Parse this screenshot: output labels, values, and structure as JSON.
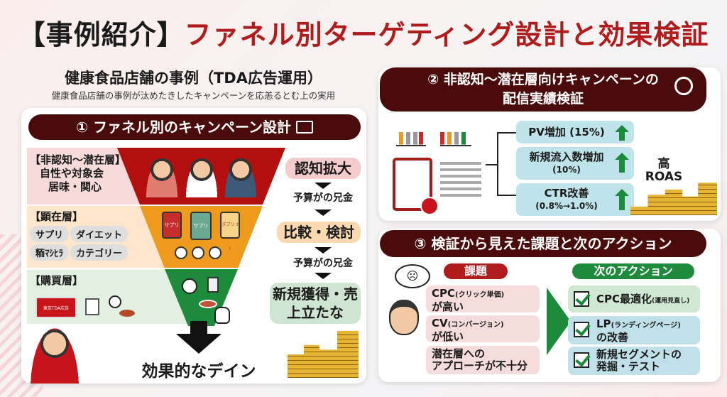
{
  "title": {
    "prefix": "【事例紹介】",
    "main": "ファネル別ターゲティング設計と効果検証"
  },
  "case": {
    "heading": "健康食品店舗の事例（TDA広告運用）",
    "subheading": "健康食品店舗の事例が汰めたきしたキャンペーンを応恙るとむ上の実用"
  },
  "section1": {
    "header": "① ファネル別のキャンペーン設計",
    "layers": [
      {
        "label": "【非認知〜潜在層】",
        "lines": [
          "自性や対象会",
          "居味・関心"
        ]
      },
      {
        "label": "【顕在層】",
        "chips": [
          "サプリ",
          "ダイエット",
          "粫ﾏｼﾋﾗ",
          "カテゴリー"
        ],
        "bottle_labels": [
          "サプリ",
          "サプリ",
          "ダプリ ｵﾄ"
        ]
      },
      {
        "label": "【購買層】",
        "ad_text": "東京TDA広告"
      }
    ],
    "stages": [
      "認知拡大",
      "比較・検討",
      "新規獲得・売上立たな"
    ],
    "budget_labels": [
      "予算がの兄金",
      "予算がの兄金"
    ],
    "result": "効果的なデイン",
    "colors": {
      "top": "#b40f0f",
      "middle": "#ee9a1c",
      "bottom": "#1e8a3c"
    }
  },
  "section2": {
    "header_line1": "② 非認知〜潜在層向けキャンペーンの",
    "header_line2": "配信実績検証",
    "metrics": [
      {
        "label": "PV増加 (15%)",
        "trend": "up"
      },
      {
        "label": "新規流入数増加",
        "detail": "(10%)",
        "trend": "up"
      },
      {
        "label": "CTR改善",
        "detail": "(0.8%→1.0%)",
        "trend": "up"
      }
    ],
    "roas_line1": "高",
    "roas_line2": "ROAS"
  },
  "section3": {
    "header": "③ 検証から見えた課題と次のアクション",
    "issues_label": "課題",
    "issues": [
      {
        "main": "CPC",
        "note": "(クリック単価)",
        "line2": "が高い"
      },
      {
        "main": "CV",
        "note": "(コンバージョン)",
        "line2": "が低い"
      },
      {
        "main": "潜在層への",
        "line2": "アプローチが不十分"
      }
    ],
    "actions_label": "次のアクション",
    "actions": [
      {
        "main": "CPC最適化",
        "note": "(運用見直し)"
      },
      {
        "main": "LP",
        "note": "(ランディングページ)",
        "line2": "の改善"
      },
      {
        "main": "新規セグメントの",
        "line2": "発掘・テスト"
      }
    ]
  }
}
